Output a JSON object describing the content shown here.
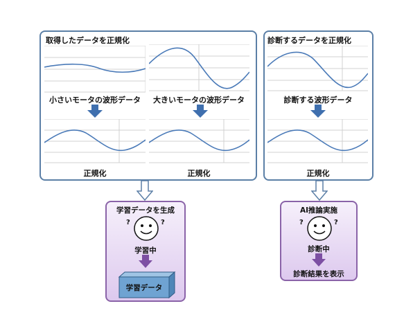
{
  "left_panel": {
    "title": "取得したデータを正規化",
    "small_motor_label": "小さいモータの波形データ",
    "large_motor_label": "大きいモータの波形データ",
    "normalize_label_left": "正規化",
    "normalize_label_right": "正規化"
  },
  "right_panel": {
    "title": "診断するデータを正規化",
    "diagnose_label": "診断する波形データ",
    "normalize_label": "正規化"
  },
  "training_box": {
    "title": "学習データを生成",
    "status": "学習中",
    "data_block_label": "学習データ"
  },
  "inference_box": {
    "title": "AI推論実施",
    "status": "診断中",
    "result": "診断結果を表示"
  },
  "colors": {
    "panel_border": "#5b7fa6",
    "wave": "#4a7ab8",
    "arrow_blue": "#3f6fae",
    "purple_border": "#8a63a8",
    "purple_arrow": "#7d4fa3"
  }
}
